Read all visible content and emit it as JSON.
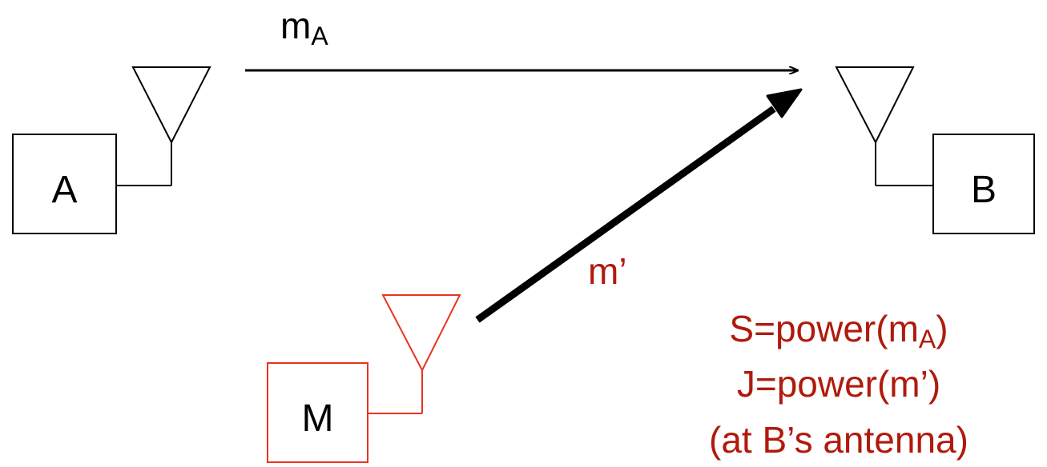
{
  "nodes": {
    "a": {
      "label": "A"
    },
    "b": {
      "label": "B"
    },
    "m": {
      "label": "M"
    }
  },
  "links": {
    "legit": {
      "label_main": "m",
      "label_sub": "A"
    },
    "jam": {
      "label": "m’"
    }
  },
  "equations": {
    "line1_prefix": "S=power(m",
    "line1_sub": "A",
    "line1_suffix": ")",
    "line2": "J=power(m’)",
    "line3": "(at B’s antenna)"
  },
  "colors": {
    "normal": "#000000",
    "attacker": "#e8341f",
    "annotation": "#b01a0c"
  }
}
